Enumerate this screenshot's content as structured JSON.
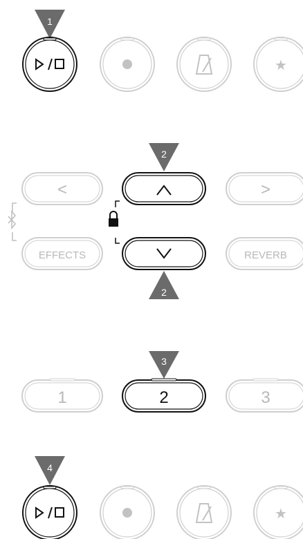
{
  "steps": [
    {
      "number": "1",
      "direction": "down"
    },
    {
      "number": "2",
      "direction": "down"
    },
    {
      "number": "2",
      "direction": "up"
    },
    {
      "number": "3",
      "direction": "down"
    },
    {
      "number": "4",
      "direction": "down"
    }
  ],
  "row1": {
    "play_stop_label": "▷/□",
    "buttons": [
      {
        "name": "play-stop-button",
        "icon": "play-stop-icon",
        "active": true
      },
      {
        "name": "record-button",
        "icon": "record-icon",
        "active": false
      },
      {
        "name": "metronome-button",
        "icon": "metronome-icon",
        "active": false
      },
      {
        "name": "favorite-button",
        "icon": "star-icon",
        "active": false
      }
    ]
  },
  "row2": {
    "left_label": "<",
    "up_label": "^",
    "right_label": ">",
    "effects_label": "EFFECTS",
    "down_label": "∨",
    "reverb_label": "REVERB",
    "bluetooth_icon": "bluetooth-icon",
    "lock_icon": "lock-icon"
  },
  "row3": {
    "labels": [
      "1",
      "2",
      "3"
    ],
    "active_index": 1
  },
  "row4": {
    "play_stop_label": "▷/□",
    "buttons": [
      {
        "name": "play-stop-button",
        "icon": "play-stop-icon",
        "active": true
      },
      {
        "name": "record-button",
        "icon": "record-icon",
        "active": false
      },
      {
        "name": "metronome-button",
        "icon": "metronome-icon",
        "active": false
      },
      {
        "name": "favorite-button",
        "icon": "star-icon",
        "active": false
      }
    ]
  },
  "colors": {
    "marker": "#6b6b6b",
    "marker_text": "#ffffff",
    "active_stroke": "#111111",
    "inactive_stroke": "#cfcfcf",
    "inactive_text": "#b8b8b8",
    "active_text": "#111111"
  }
}
